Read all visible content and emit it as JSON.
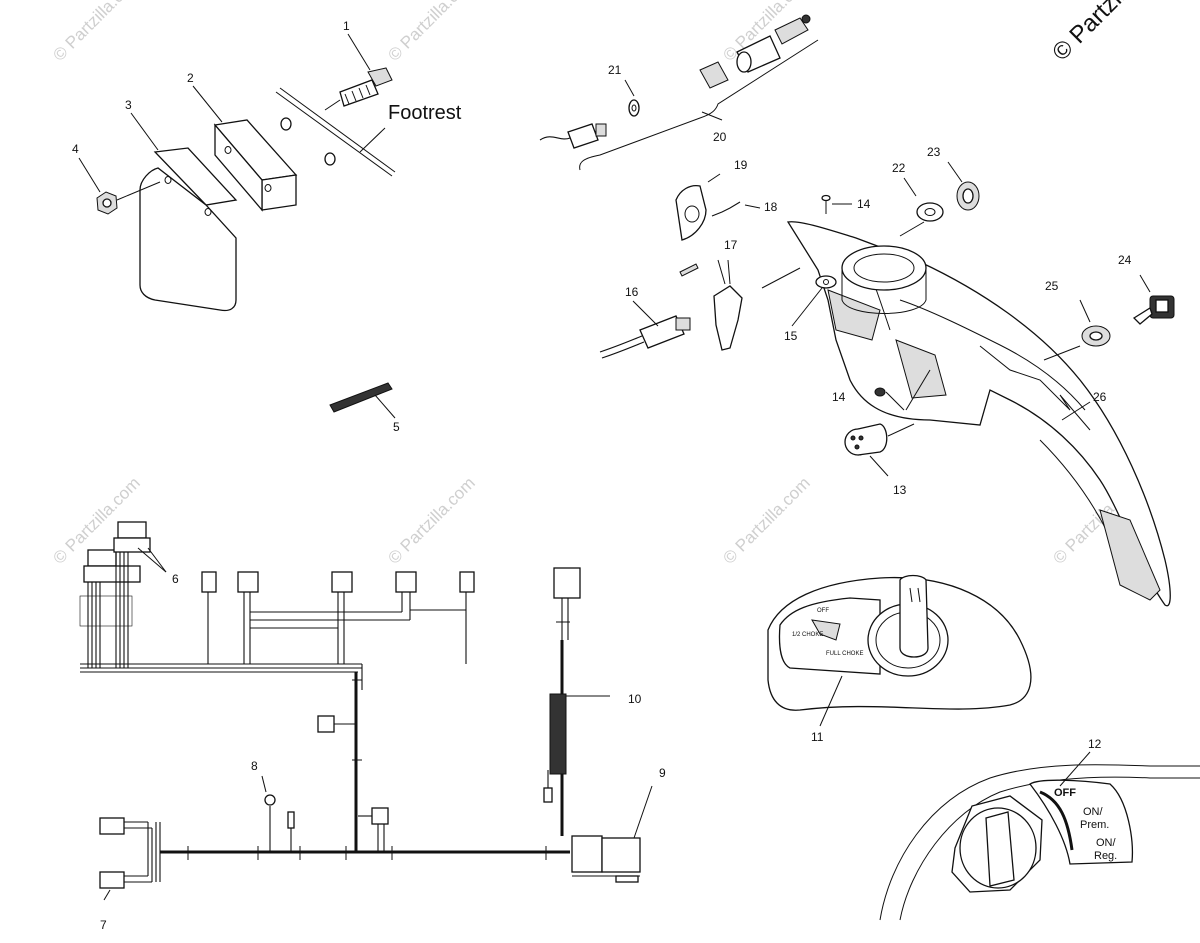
{
  "diagram": {
    "copyright": "© Partzilla",
    "watermark_text": "© Partzilla.com",
    "footrest_label": "Footrest",
    "callouts": {
      "c1": "1",
      "c2": "2",
      "c3": "3",
      "c4": "4",
      "c5": "5",
      "c6": "6",
      "c7": "7",
      "c8": "8",
      "c9": "9",
      "c10": "10",
      "c11": "11",
      "c12": "12",
      "c13": "13",
      "c14a": "14",
      "c14b": "14",
      "c15": "15",
      "c16": "16",
      "c17": "17",
      "c18": "18",
      "c19": "19",
      "c20": "20",
      "c21": "21",
      "c22": "22",
      "c23": "23",
      "c24": "24",
      "c25": "25",
      "c26": "26"
    },
    "choke_panel": {
      "off": "OFF",
      "half_choke": "1/2 CHOKE",
      "full_choke": "FULL CHOKE"
    },
    "fuel_panel": {
      "off": "OFF",
      "on_prem": "ON/ Prem.",
      "on_reg": "ON/ Reg.",
      "on_prem_line1": "ON/",
      "on_prem_line2": "Prem.",
      "on_reg_line1": "ON/",
      "on_reg_line2": "Reg."
    }
  }
}
